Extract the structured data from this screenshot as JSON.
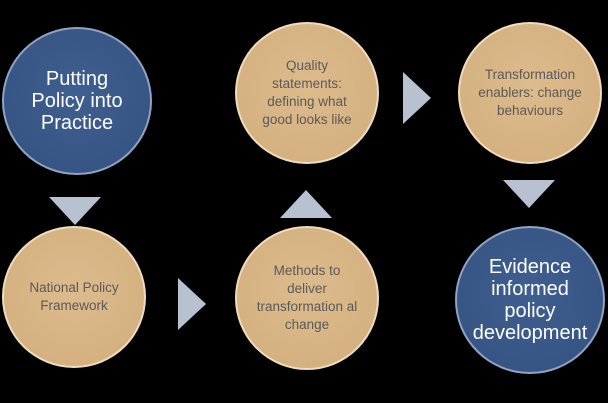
{
  "nodes": {
    "putting_policy": "Putting Policy into Practice",
    "national_framework": "National Policy Framework",
    "methods": "Methods to deliver transformation al change",
    "quality": "Quality statements: defining what good looks like",
    "enablers": "Transformation enablers: change behaviours",
    "evidence": "Evidence informed policy development"
  },
  "colors": {
    "blue": "#3a5a8a",
    "tan": "#d7b483",
    "arrow": "#b8c1cf"
  }
}
